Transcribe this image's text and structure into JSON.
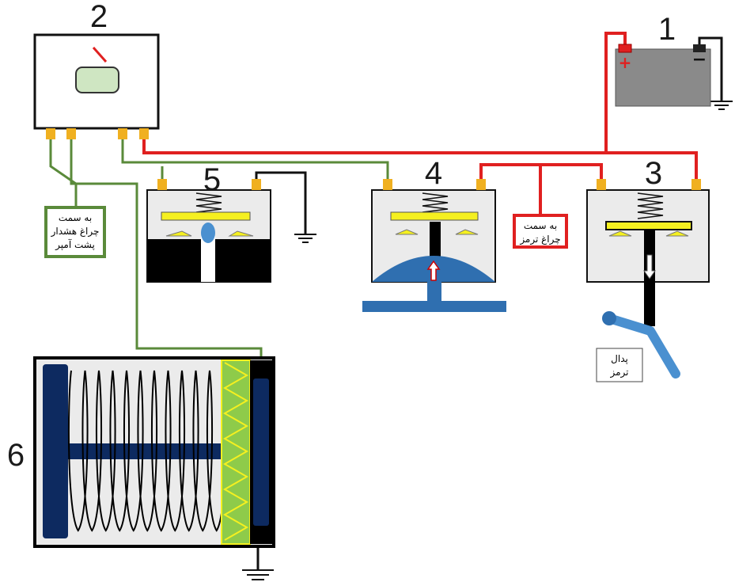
{
  "components": {
    "battery": {
      "number": "1",
      "plus": "+",
      "minus": "−"
    },
    "switch": {
      "number": "2"
    },
    "brake_switch": {
      "number": "3"
    },
    "pressure_switch": {
      "number": "4"
    },
    "vacuum_switch": {
      "number": "5"
    },
    "booster": {
      "number": "6"
    }
  },
  "labels": {
    "warning_lamp": [
      "به سمت",
      "چراغ هشدار",
      "پشت آمپر"
    ],
    "brake_lamp": [
      "به سمت",
      "چراغ ترمز"
    ],
    "brake_pedal": [
      "پدال",
      "ترمز"
    ]
  },
  "colors": {
    "positive_wire": "#e02020",
    "signal_wire": "#5a8a3a",
    "ground_wire": "#111111",
    "terminal": "#f0b020",
    "contact_bar": "#f5f020",
    "diaphragm": "#2f6fb0",
    "dark_blue": "#0d2a60",
    "coil_green": "#8ecb4a"
  },
  "icons": [
    "ground-symbol",
    "battery-icon",
    "coil-spring-icon",
    "arrow-up-icon",
    "arrow-down-icon"
  ]
}
